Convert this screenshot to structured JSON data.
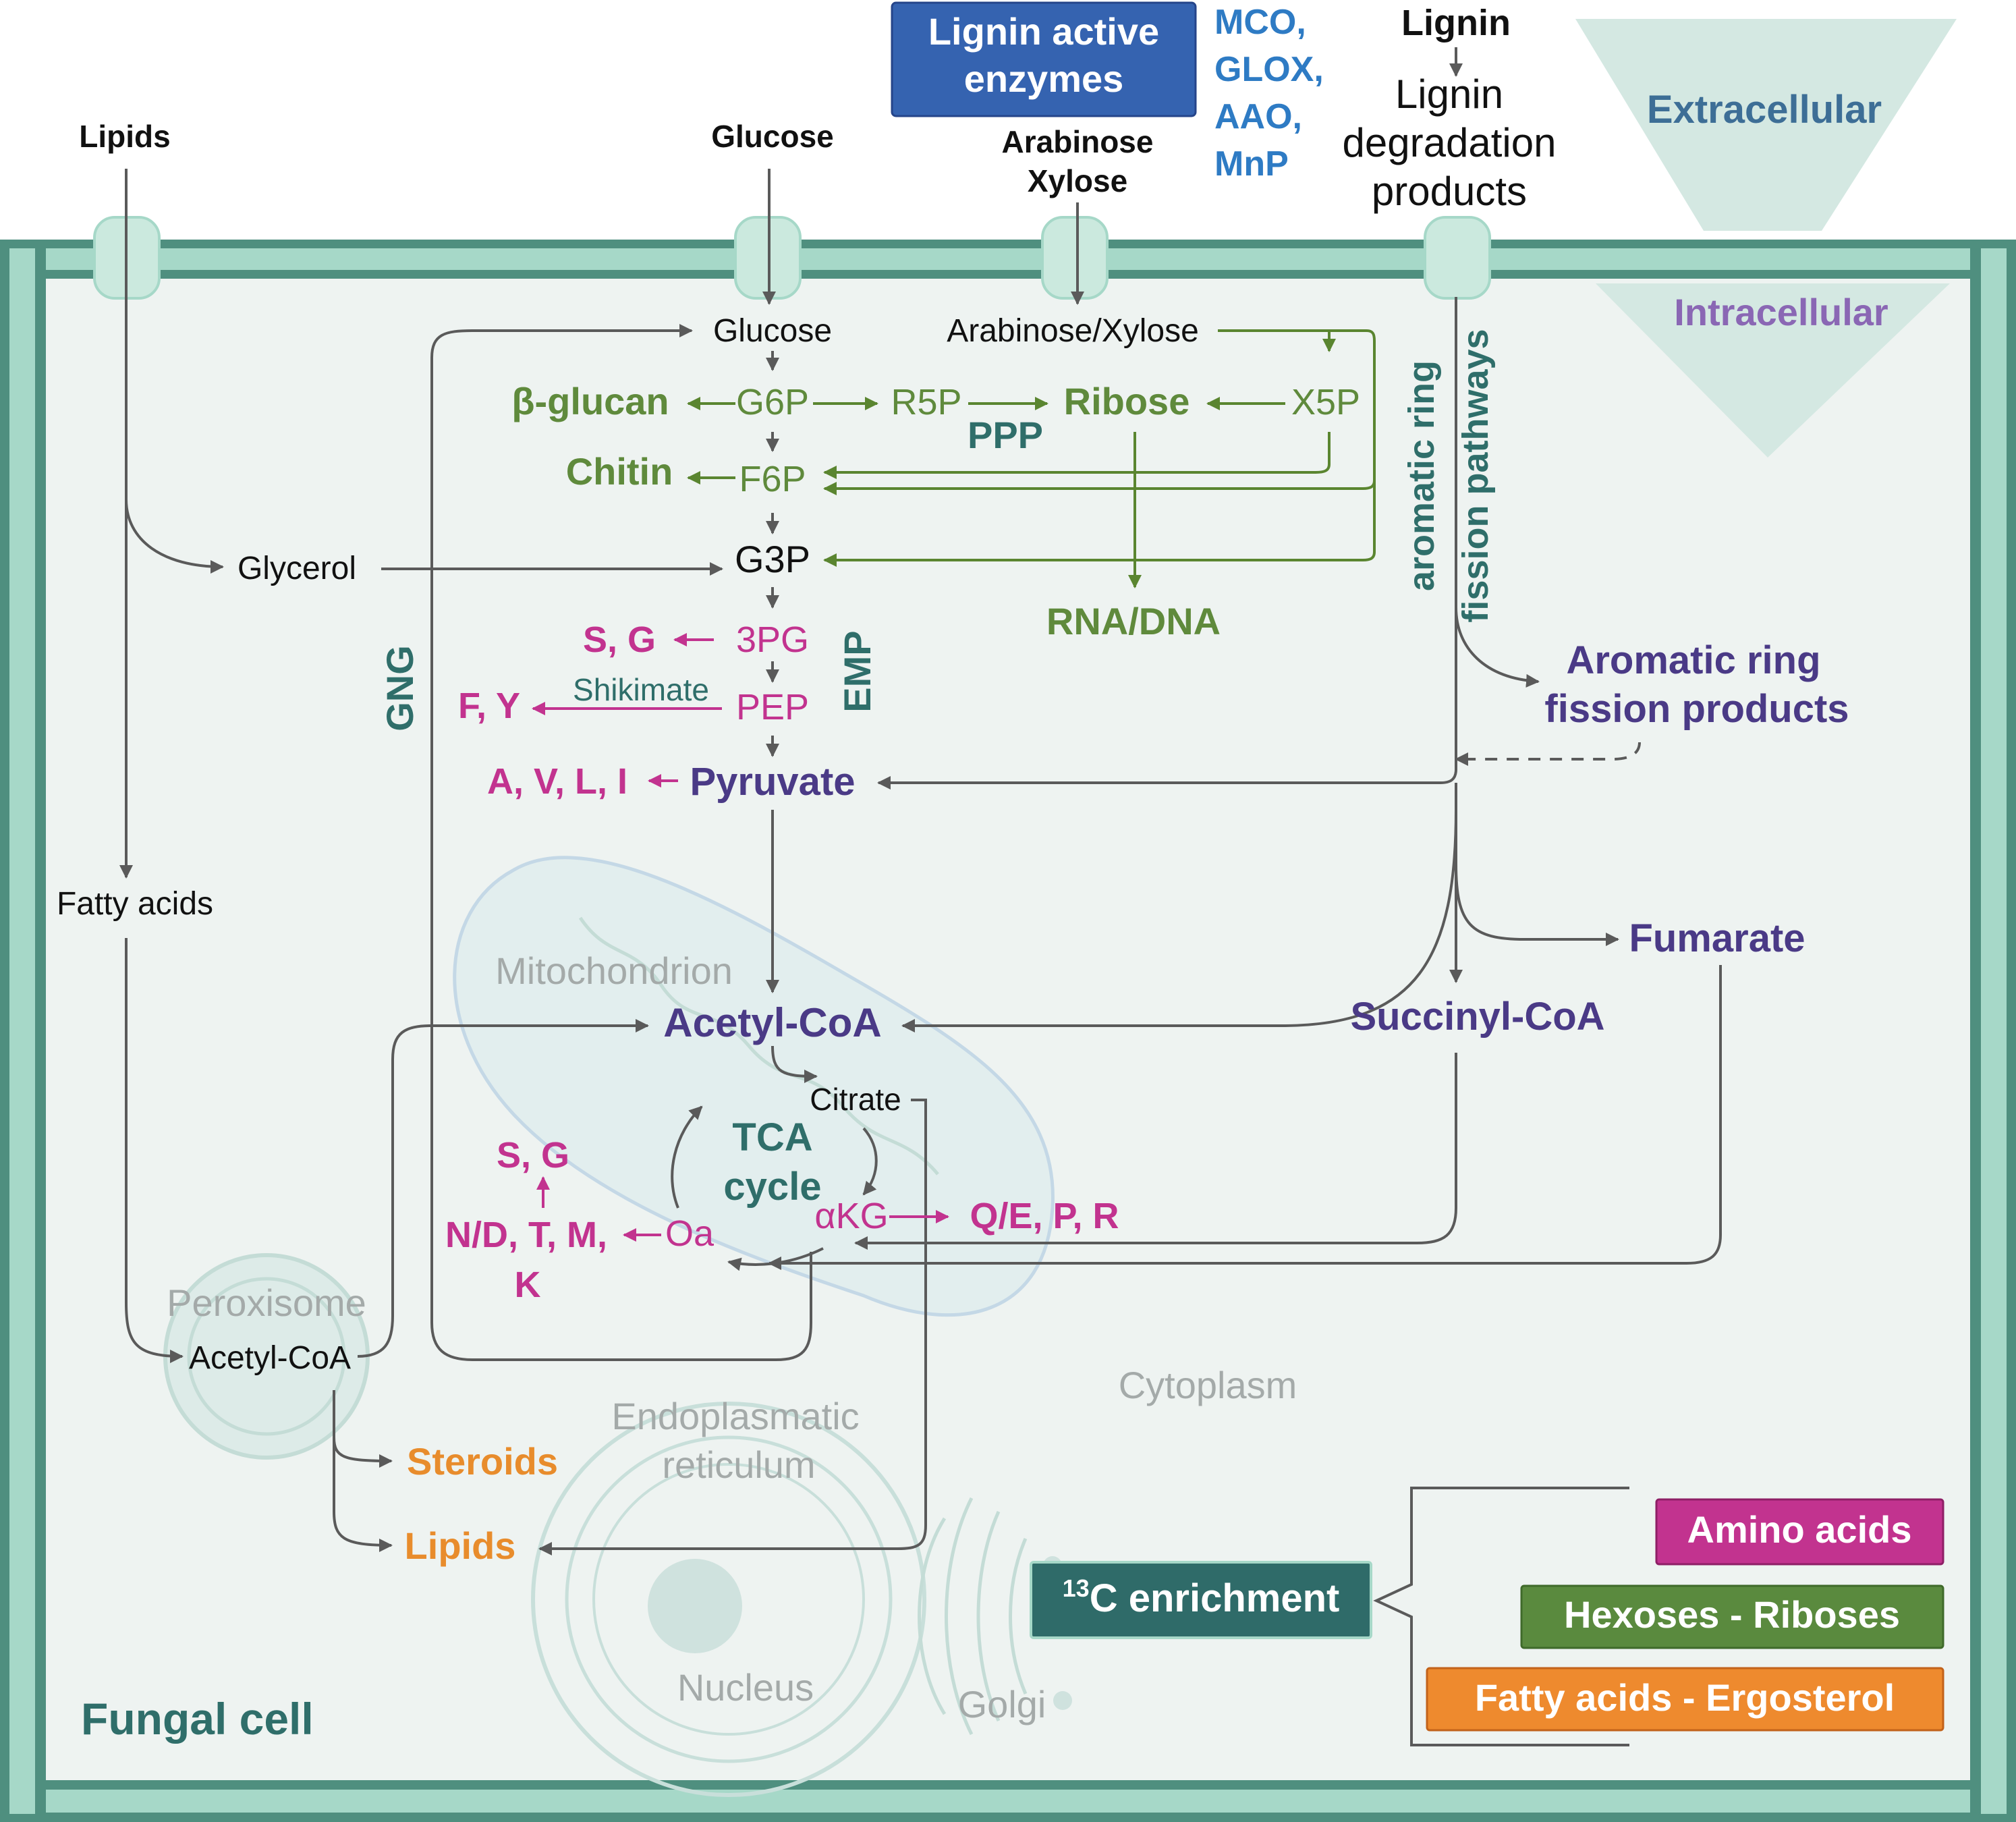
{
  "regions": {
    "extracellular": "Extracellular",
    "intracellular": "Intracellular",
    "cell": "Fungal cell",
    "cytoplasm": "Cytoplasm",
    "mitochondrion": "Mitochondrion",
    "peroxisome": "Peroxisome",
    "er_line1": "Endoplasmatic",
    "er_line2": "reticulum",
    "nucleus": "Nucleus",
    "golgi": "Golgi"
  },
  "enzymes_box": {
    "line1": "Lignin active",
    "line2": "enzymes",
    "color": "#3563b0"
  },
  "enzymes_list": [
    "MCO,",
    "GLOX,",
    "AAO,",
    "MnP"
  ],
  "extracellular_inputs": {
    "lipids": "Lipids",
    "glucose": "Glucose",
    "arabinose": "Arabinose",
    "xylose": "Xylose",
    "lignin": "Lignin",
    "lignin_products": [
      "Lignin",
      "degradation",
      "products"
    ]
  },
  "metabolites": {
    "glucose": "Glucose",
    "arabinose_xylose": "Arabinose/Xylose",
    "beta_glucan": "β-glucan",
    "g6p": "G6P",
    "r5p": "R5P",
    "ribose": "Ribose",
    "x5p": "X5P",
    "ppp": "PPP",
    "chitin": "Chitin",
    "f6p": "F6P",
    "glycerol": "Glycerol",
    "g3p": "G3P",
    "rna_dna": "RNA/DNA",
    "sg_top": "S, G",
    "pg3": "3PG",
    "emp": "EMP",
    "gng": "GNG",
    "fy": "F, Y",
    "shikimate": "Shikimate",
    "pep": "PEP",
    "avli": "A, V, L, I",
    "pyruvate": "Pyruvate",
    "fatty_acids": "Fatty acids",
    "acetyl_coa": "Acetyl-CoA",
    "citrate": "Citrate",
    "tca_line1": "TCA",
    "tca_line2": "cycle",
    "sg_low": "S, G",
    "ndtm": "N/D, T, M,",
    "k": "K",
    "oa": "Oa",
    "akg": "αKG",
    "qepr": "Q/E, P, R",
    "perox_acetyl_coa": "Acetyl-CoA",
    "steroids": "Steroids",
    "lipids": "Lipids",
    "aromatic_pathways_line1": "aromatic ring",
    "aromatic_pathways_line2": "fission pathways",
    "aromatic_products_line1": "Aromatic ring",
    "aromatic_products_line2": "fission products",
    "fumarate": "Fumarate",
    "succinyl_coa": "Succinyl-CoA"
  },
  "legend": {
    "title_sup": "13",
    "title": "C enrichment",
    "items": [
      {
        "label": "Amino acids",
        "color": "#c2338f"
      },
      {
        "label": "Hexoses - Riboses",
        "color": "#5a8a3e"
      },
      {
        "label": "Fatty acids - Ergosterol",
        "color": "#ee8a2e"
      }
    ],
    "title_color": "#2f6b69"
  }
}
